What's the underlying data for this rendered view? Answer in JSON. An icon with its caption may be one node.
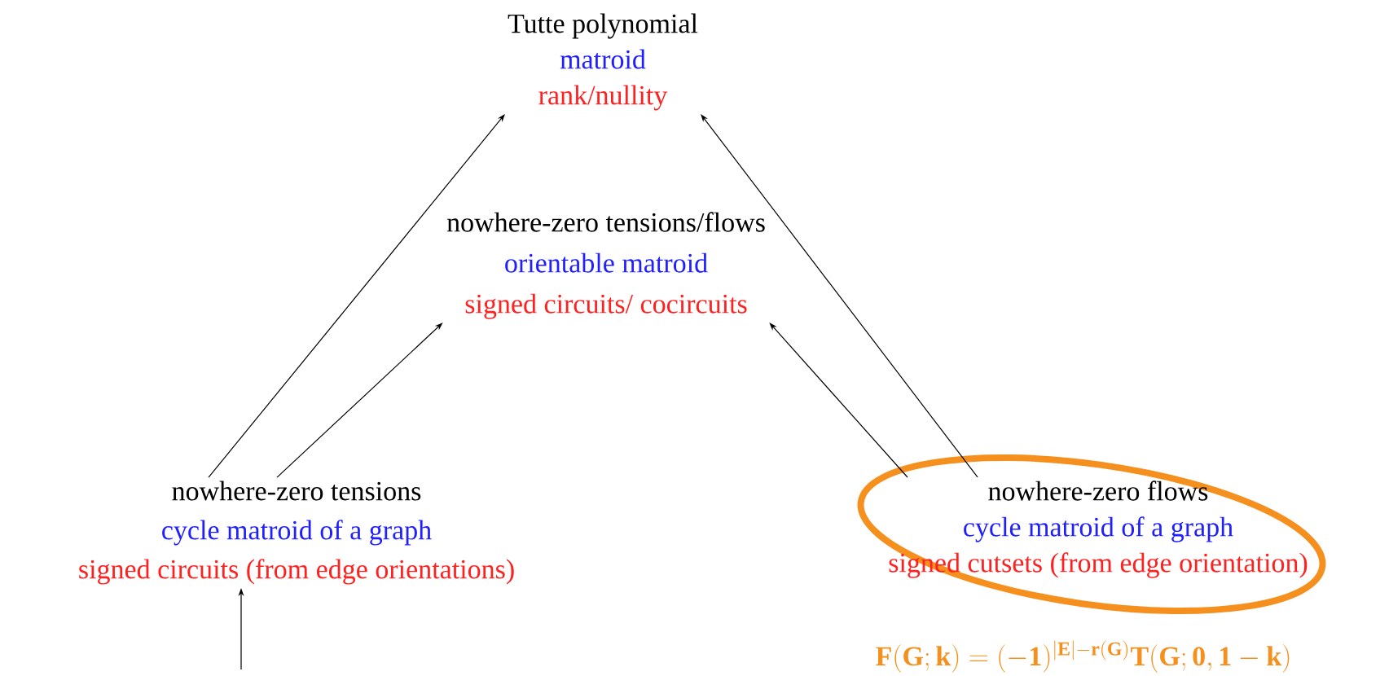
{
  "diagram": {
    "nodes": [
      {
        "text": [
          "Tutte polynomial",
          "matroid",
          "rank/nullity"
        ]
      },
      {
        "text": [
          "nowhere-zero tensions/flows",
          "orientable matroid",
          "signed circuits/ cocircuits"
        ]
      },
      {
        "text": [
          "nowhere-zero tensions",
          "cycle matroid of a graph",
          "signed circuits (from edge orientations)"
        ]
      },
      {
        "text": [
          "nowhere-zero flows",
          "cycle matroid of a graph",
          "signed cutsets (from edge orientation)"
        ]
      }
    ],
    "edges": [
      {
        "from": 2,
        "to": 0,
        "arrow": "to"
      },
      {
        "from": 2,
        "to": 1,
        "arrow": "to"
      },
      {
        "from": 3,
        "to": 1,
        "arrow": "to"
      },
      {
        "from": 3,
        "to": 0,
        "arrow": "to"
      },
      {
        "from": null,
        "to": 2,
        "arrow": "to"
      }
    ],
    "labels": [
      "\\mathbf{F(G;k)=(-1)^{|E|-r(G)}T(G;0,1-k)}"
    ]
  }
}
